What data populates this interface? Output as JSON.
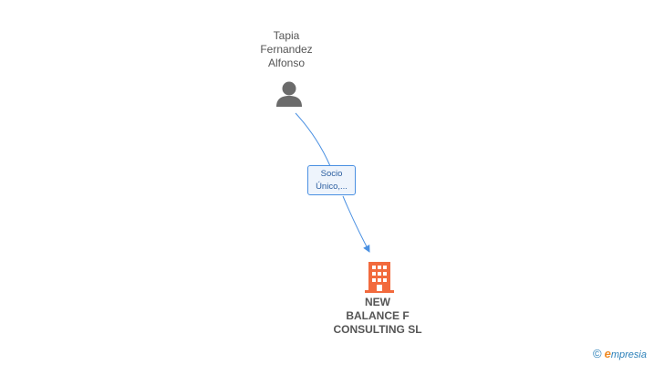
{
  "person": {
    "name_lines": [
      "Tapia",
      "Fernandez",
      "Alfonso"
    ],
    "icon": "person-icon"
  },
  "relationship": {
    "label_lines": [
      "Socio",
      "Único,..."
    ]
  },
  "company": {
    "name_lines": [
      "NEW",
      "BALANCE F",
      "CONSULTING SL"
    ],
    "icon": "building-icon"
  },
  "watermark": {
    "copyright_symbol": "©",
    "brand_first_letter": "e",
    "brand_rest": "mpresia"
  },
  "colors": {
    "edge": "#4a90e2",
    "person_icon": "#6b6b6b",
    "company_icon": "#f26a3d",
    "text": "#555555"
  }
}
